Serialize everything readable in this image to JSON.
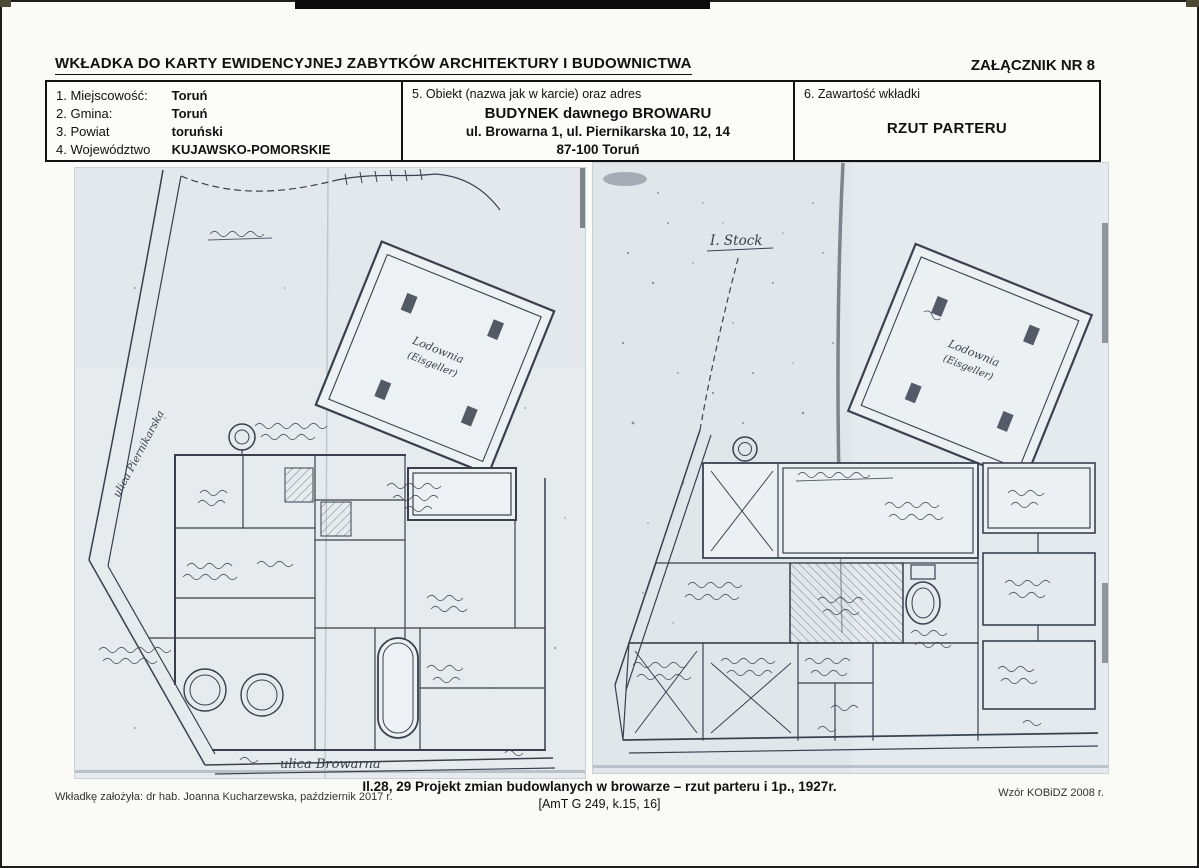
{
  "page": {
    "title": "WKŁADKA DO KARTY EWIDENCYJNEJ ZABYTKÓW ARCHITEKTURY I BUDOWNICTWA",
    "attachment_label": "ZAŁĄCZNIK NR 8"
  },
  "header_table": {
    "location_rows": [
      {
        "label": "1. Miejscowość:",
        "value": "Toruń"
      },
      {
        "label": "2. Gmina:",
        "value": "Toruń"
      },
      {
        "label": "3. Powiat",
        "value": "toruński"
      },
      {
        "label": "4. Województwo",
        "value": "KUJAWSKO-POMORSKIE"
      }
    ],
    "object": {
      "label": "5. Obiekt (nazwa jak w karcie) oraz adres",
      "name": "BUDYNEK dawnego BROWARU",
      "address": "ul. Browarna 1, ul. Piernikarska 10, 12, 14",
      "city": "87-100 Toruń"
    },
    "contents": {
      "label": "6. Zawartość wkładki",
      "value": "RZUT PARTERU"
    }
  },
  "plans": {
    "left": {
      "street_left": "ulica Piernikarska",
      "street_bottom": "ulica Browarna",
      "icehouse": "Lodownia",
      "icehouse_sub": "(Eisgeller)"
    },
    "right": {
      "floor_label": "I. Stock",
      "icehouse": "Lodownia",
      "icehouse_sub": "(Eisgeller)"
    }
  },
  "caption": {
    "line1": "Il.28, 29  Projekt zmian budowlanych w browarze – rzut parteru i 1p., 1927r.",
    "line2": "[AmT G 249, k.15, 16]"
  },
  "footer": {
    "left": "Wkładkę założyła:  dr hab. Joanna Kucharzewska, październik 2017 r.",
    "right": "Wzór KOBiDZ 2008 r."
  }
}
